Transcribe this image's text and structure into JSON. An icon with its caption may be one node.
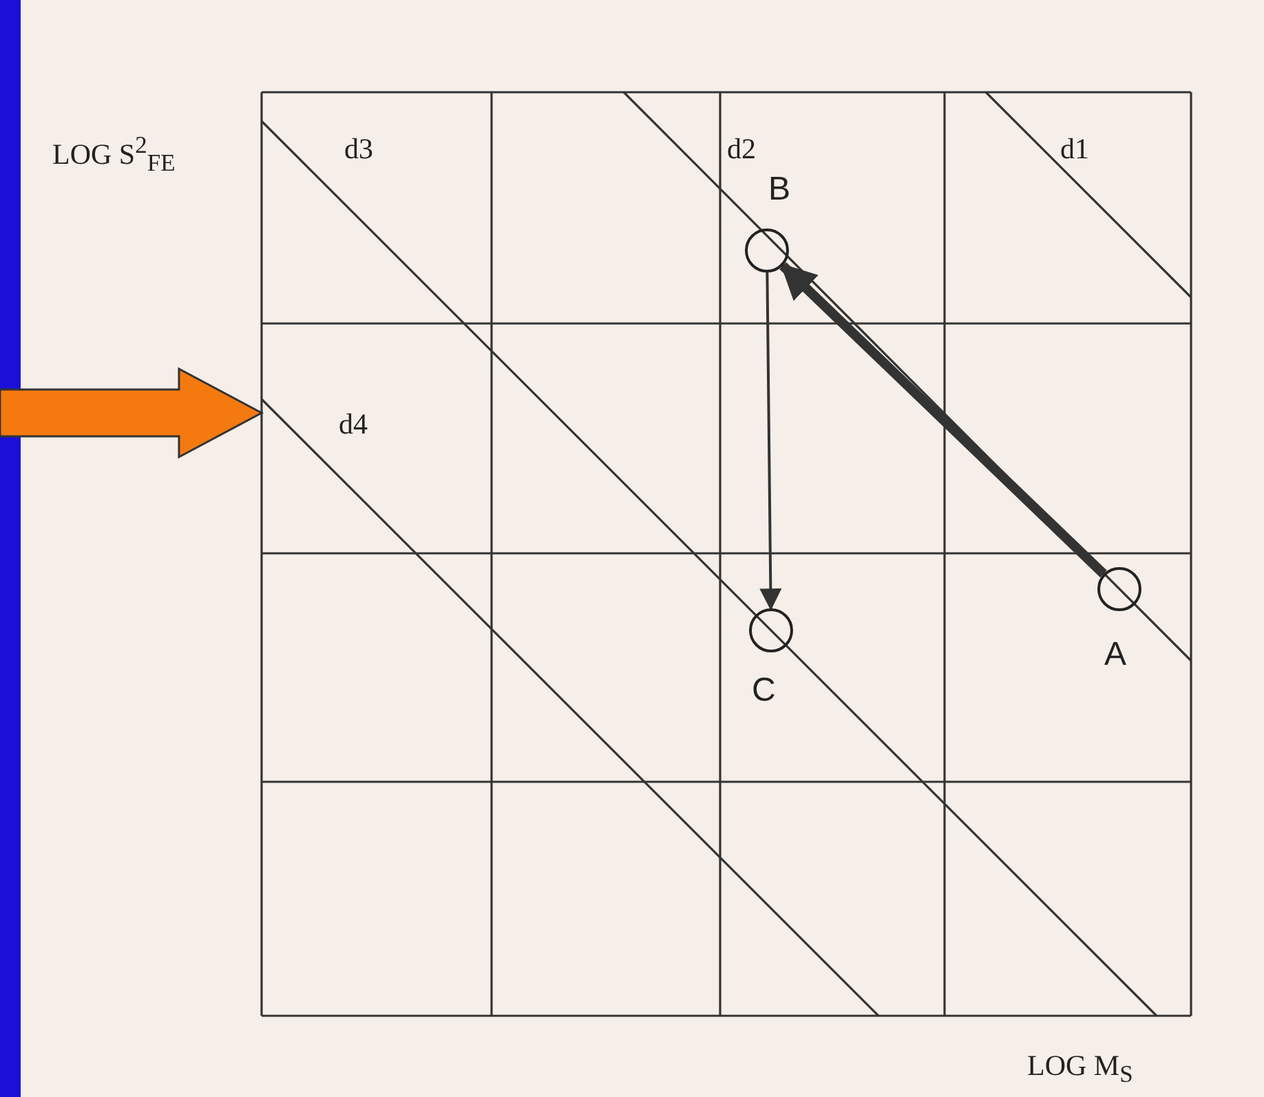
{
  "diagram": {
    "nodes": [
      {
        "text": [],
        "shape": "circle",
        "beside": [
          "B"
        ]
      },
      {
        "text": [],
        "shape": "circle",
        "beside": [
          "A"
        ]
      },
      {
        "text": [],
        "shape": "circle",
        "beside": [
          "C"
        ]
      }
    ],
    "edges": [
      {
        "from": 1,
        "to": 0,
        "arrow": "to",
        "style": "thick"
      },
      {
        "from": 0,
        "to": 2,
        "arrow": "to"
      }
    ],
    "labels": [
      "LOG S$^{2}$$_{FE}$",
      "d3",
      "d2",
      "d1",
      "d4",
      "LOG M$_{S}$"
    ]
  }
}
